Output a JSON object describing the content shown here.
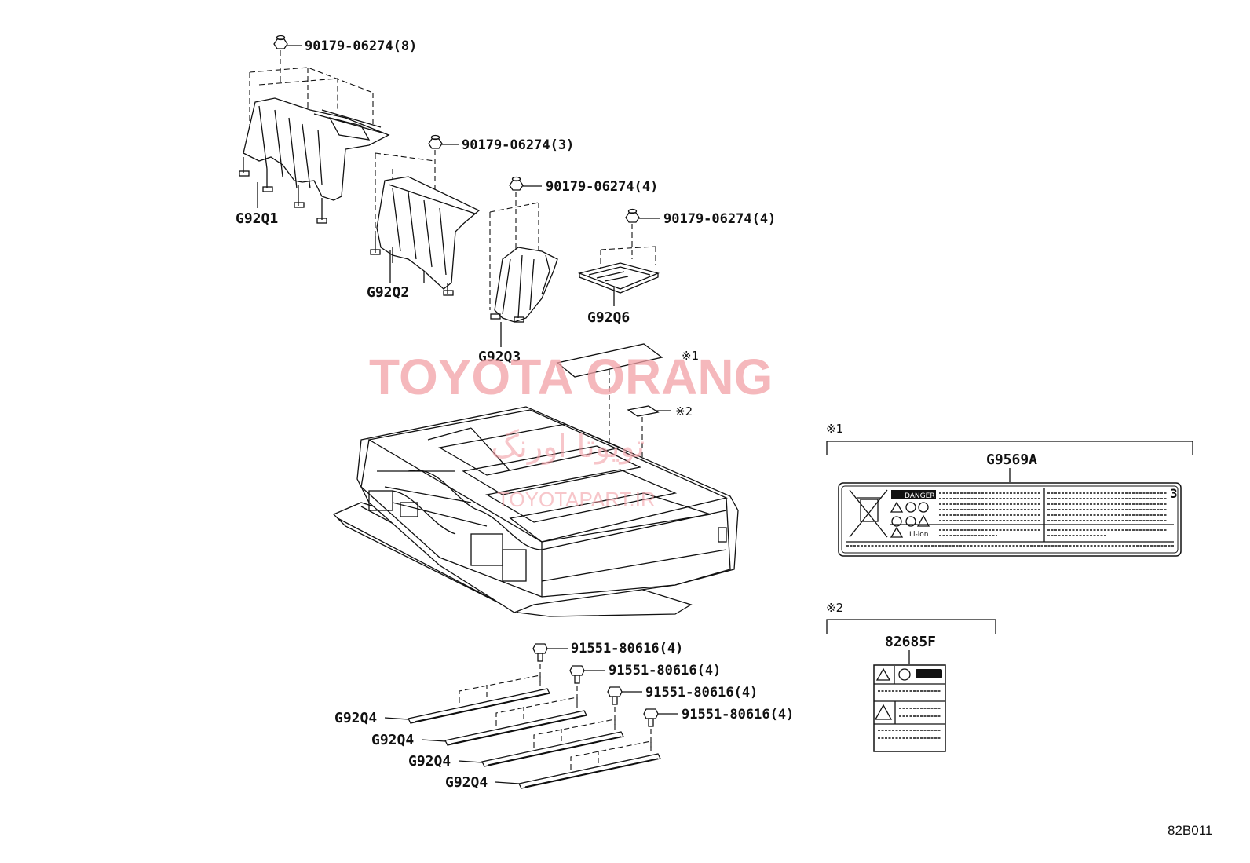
{
  "fasteners": {
    "nut_1": "90179-06274(8)",
    "nut_2": "90179-06274(3)",
    "nut_3": "90179-06274(4)",
    "nut_4": "90179-06274(4)",
    "bolt_1": "91551-80616(4)",
    "bolt_2": "91551-80616(4)",
    "bolt_3": "91551-80616(4)",
    "bolt_4": "91551-80616(4)"
  },
  "parts": {
    "g92q1": "G92Q1",
    "g92q2": "G92Q2",
    "g92q3": "G92Q3",
    "g92q6": "G92Q6",
    "g92q4_1": "G92Q4",
    "g92q4_2": "G92Q4",
    "g92q4_3": "G92Q4",
    "g92q4_4": "G92Q4"
  },
  "callouts": {
    "mark1": "※1",
    "mark2": "※2"
  },
  "insets": {
    "inset1_mark": "※1",
    "inset1_part": "G9569A",
    "inset2_mark": "※2",
    "inset2_part": "82685F",
    "label_danger": "DANGER",
    "label_liion": "Li-ion",
    "label_number": "3"
  },
  "watermark": {
    "main": "TOYOTA ORANG",
    "persian": "تویوتا اورنگ",
    "site": "TOYOTAPART.IR"
  },
  "diagram_code": "82B011",
  "colors": {
    "watermark": "#f2a0a6",
    "line": "#111111"
  }
}
